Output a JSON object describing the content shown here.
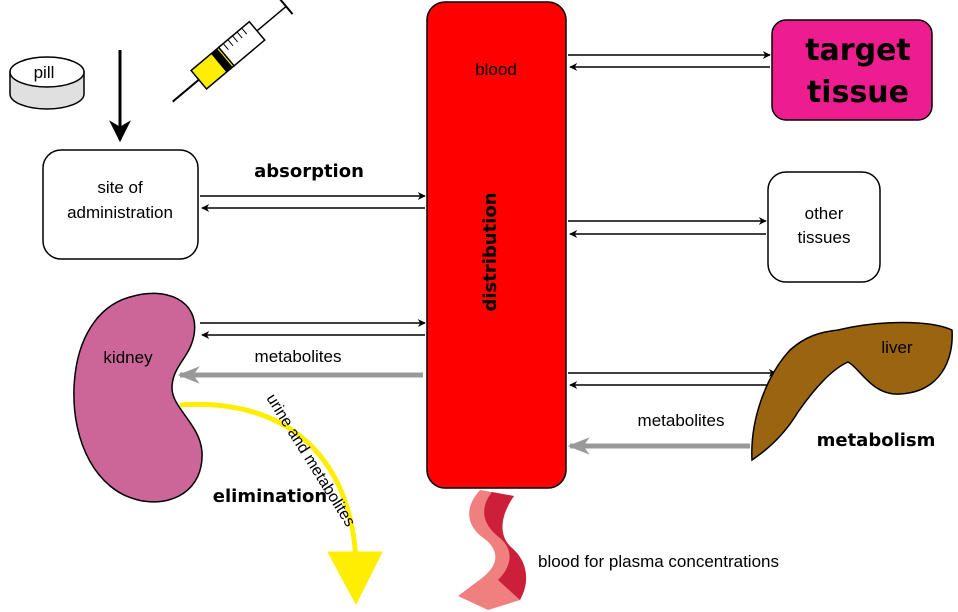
{
  "pill": {
    "label": "pill"
  },
  "administration": {
    "label_line1": "site of",
    "label_line2": "administration",
    "absorption_label": "absorption"
  },
  "blood_column": {
    "top_label": "blood",
    "vertical_label": "distribution",
    "color": "#ff0000"
  },
  "target_tissue": {
    "line1": "target",
    "line2": "tissue",
    "color": "#ee1d8f"
  },
  "other_tissues": {
    "line1": "other",
    "line2": "tissues"
  },
  "kidney": {
    "label": "kidney",
    "color": "#cc6699",
    "metabolites_label": "metabolites",
    "urine_label": "urine and metabolites",
    "elimination_label": "elimination"
  },
  "liver": {
    "label": "liver",
    "color": "#9b6410",
    "metabolites_label": "metabolites",
    "metabolism_label": "metabolism"
  },
  "plasma": {
    "label": "blood for plasma concentrations"
  },
  "colors": {
    "syringe_fluid": "#ffee00",
    "urine_arrow": "#ffee00",
    "metabolite_arrow": "#999999"
  }
}
